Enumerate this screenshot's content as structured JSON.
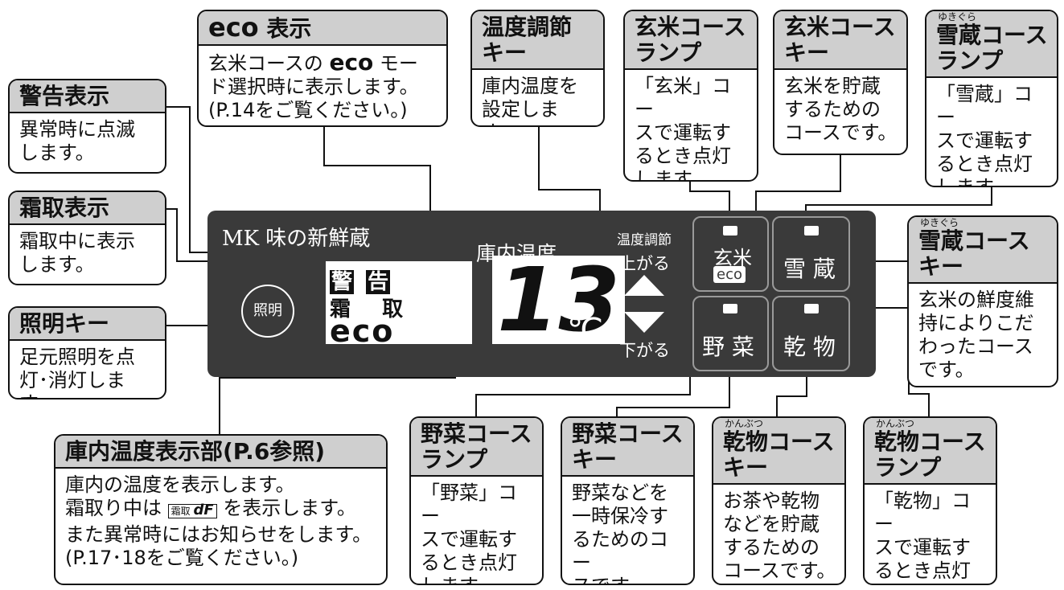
{
  "eco_box": {
    "title_eco": "eco",
    "title_rest": "表示",
    "body_1": "玄米コースの",
    "body_eco": "eco",
    "body_2": "モー\nド選択時に表示します。\n(P.14をご覧ください。)"
  },
  "temp_key_box": {
    "title": "温度調節\nキー",
    "body": "庫内温度を\n設定します。"
  },
  "genmai_lamp_box": {
    "title": "玄米コース\nランプ",
    "body": "「玄米」コー\nスで運転す\nるとき点灯\nします。"
  },
  "genmai_key_box": {
    "title": "玄米コース\nキー",
    "body": "玄米を貯蔵\nするための\nコースです。"
  },
  "yukigura_lamp_box": {
    "ruby": "ゆきぐら",
    "title": "雪蔵コース\nランプ",
    "body": "「雪蔵」コー\nスで運転す\nるとき点灯\nします。"
  },
  "warning_box": {
    "title": "警告表示",
    "body": "異常時に点滅\nします。"
  },
  "defrost_box": {
    "title": "霜取表示",
    "body": "霜取中に表示\nします。"
  },
  "light_box": {
    "title": "照明キー",
    "body": "足元照明を点\n灯･消灯します。"
  },
  "yukigura_key_box": {
    "ruby": "ゆきぐら",
    "title": "雪蔵コース\nキー",
    "body": "玄米の鮮度維\n持によりこだ\nわったコース\nです。"
  },
  "display_box": {
    "title": "庫内温度表示部(P.6参照)",
    "body_1": "庫内の温度を表示します。",
    "body_2a": "霜取り中は",
    "body_2_icon_a": "霜取",
    "body_2_icon_b": "dF",
    "body_2b": "を表示します。",
    "body_3": "また異常時にはお知らせをします。\n(P.17･18をご覧ください。)"
  },
  "yasai_lamp_box": {
    "title": "野菜コース\nランプ",
    "body": "「野菜」コー\nスで運転す\nるとき点灯\nします。"
  },
  "yasai_key_box": {
    "title": "野菜コース\nキー",
    "body": "野菜などを\n一時保冷す\nるためのコー\nスです。"
  },
  "kanbutsu_key_box": {
    "ruby": "かんぶつ",
    "title": "乾物コース\nキー",
    "body": "お茶や乾物\nなどを貯蔵\nするための\nコースです。"
  },
  "kanbutsu_lamp_box": {
    "ruby": "かんぶつ",
    "title": "乾物コース\nランプ",
    "body": "「乾物」コー\nスで運転す\nるとき点灯\nします。"
  },
  "panel": {
    "brand": "MK 味の新鮮蔵",
    "display_label": "庫内温度",
    "warning_1": "警",
    "warning_2": "告",
    "defrost_1": "霜",
    "defrost_2": "取",
    "eco": "eco",
    "temperature": "13",
    "unit": "℃",
    "temp_adjust": "温度調節",
    "up": "上がる",
    "down": "下がる",
    "light_key": "照明",
    "key_genmai": "玄米",
    "key_genmai_eco": "eco",
    "key_yukigura": "雪 蔵",
    "key_yasai": "野 菜",
    "key_kanbutsu": "乾 物"
  }
}
